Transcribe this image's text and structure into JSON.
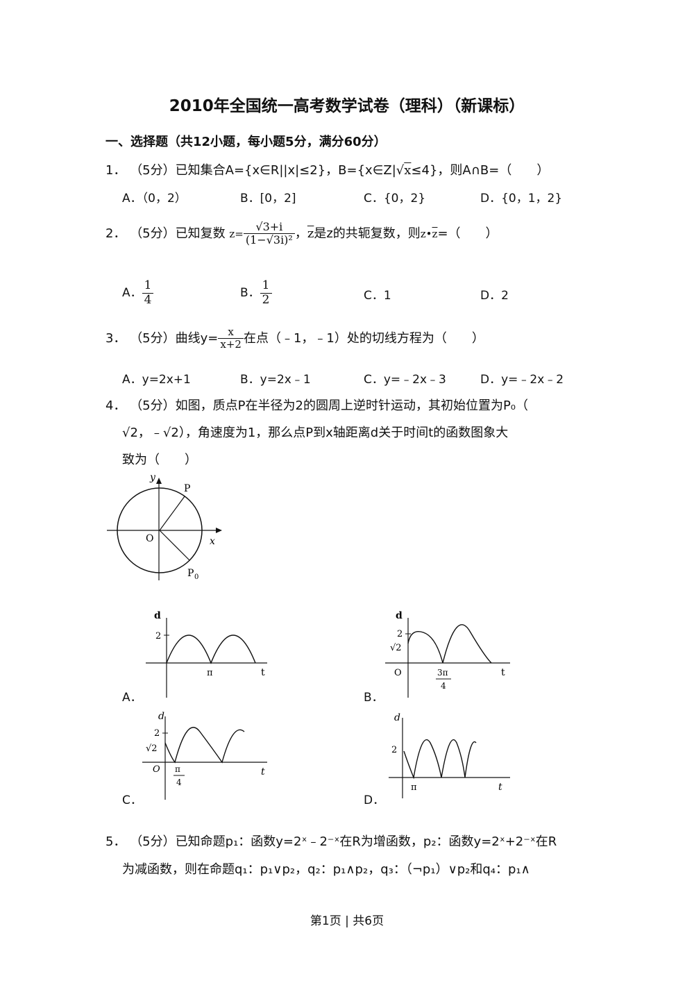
{
  "title": "2010年全国统一高考数学试卷（理科）（新课标）",
  "section_header": "一、选择题（共12小题，每小题5分，满分60分）",
  "q1": {
    "num": "1．",
    "text_a": "（5分）已知集合A={x∈R||x|≤2}，B={x∈Z|",
    "sqrt_x": "x",
    "text_b": "≤4}，则A∩B=（　　）",
    "options": [
      "A．（0，2）",
      "B．[0，2]",
      "C．{0，2}",
      "D．{0，1，2}"
    ]
  },
  "q2": {
    "num": "2．",
    "pre": "（5分）已知复数",
    "z_eq": "z=",
    "frac_num": "√3+i",
    "frac_den": "(1−√3i)²",
    "mid": "，",
    "zbar": "z",
    "mid2": "是z的共轭复数，则",
    "prod": "z•",
    "prod_bar": "z",
    "tail": "=（　　）",
    "options_label": [
      "A．",
      "B．",
      "C．1",
      "D．2"
    ],
    "optA_num": "1",
    "optA_den": "4",
    "optB_num": "1",
    "optB_den": "2"
  },
  "q3": {
    "num": "3．",
    "pre": "（5分）曲线y=",
    "frac_num": "x",
    "frac_den": "x+2",
    "tail": "在点（﹣1，﹣1）处的切线方程为（　　）",
    "options": [
      "A．y=2x+1",
      "B．y=2x﹣1",
      "C．y=﹣2x﹣3",
      "D．y=﹣2x﹣2"
    ]
  },
  "q4": {
    "num": "4．",
    "line1": "（5分）如图，质点P在半径为2的圆周上逆时针运动，其初始位置为P₀（",
    "line2": "√2，﹣√2），角速度为1，那么点P到x轴距离d关于时间t的函数图象大",
    "line3": "致为（　　）",
    "circle_labels": {
      "y": "y",
      "x": "x",
      "O": "O",
      "P": "P",
      "P0": "P",
      "P0_sub": "0"
    },
    "option_labels": [
      "A．",
      "B．",
      "C．",
      "D．"
    ],
    "graphA": {
      "d": "d",
      "t": "t",
      "two": "2",
      "pi": "π"
    },
    "graphB": {
      "d": "d",
      "t": "t",
      "two": "2",
      "root2": "√2",
      "O": "O",
      "num": "3π",
      "den": "4"
    },
    "graphC": {
      "d": "d",
      "t": "t",
      "two": "2",
      "root2": "√2",
      "O": "O",
      "num": "π",
      "den": "4"
    },
    "graphD": {
      "d": "d",
      "t": "t",
      "two": "2",
      "pi": "π"
    }
  },
  "q5": {
    "num": "5．",
    "line1": "（5分）已知命题p₁：函数y=2ˣ﹣2⁻ˣ在R为增函数，p₂：函数y=2ˣ+2⁻ˣ在R",
    "line2": "为减函数，则在命题q₁：p₁∨p₂，q₂：p₁∧p₂，q₃：（¬p₁）∨p₂和q₄：p₁∧"
  },
  "footer": "第1页 | 共6页"
}
